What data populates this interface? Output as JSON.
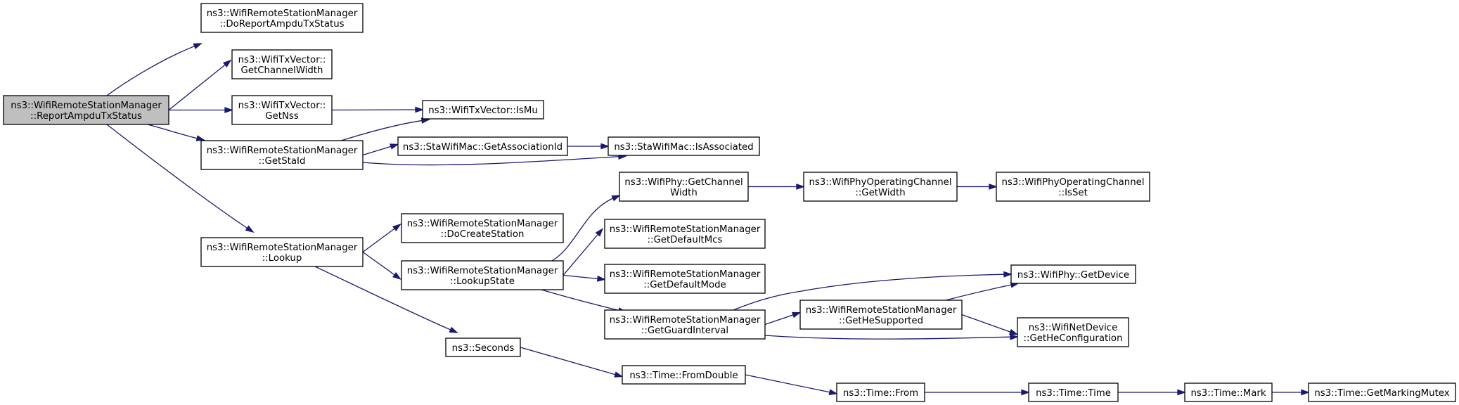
{
  "colors": {
    "edge": "#191970",
    "root_fill": "#bfbfbf",
    "node_fill": "#ffffff",
    "node_stroke": "#000000"
  },
  "nodes": {
    "report": {
      "lines": [
        "ns3::WifiRemoteStationManager",
        "::ReportAmpduTxStatus"
      ]
    },
    "doReport": {
      "lines": [
        "ns3::WifiRemoteStationManager",
        "::DoReportAmpduTxStatus"
      ]
    },
    "getChanWidth": {
      "lines": [
        "ns3::WifiTxVector::",
        "GetChannelWidth"
      ]
    },
    "getNss": {
      "lines": [
        "ns3::WifiTxVector::",
        "GetNss"
      ]
    },
    "isMu": {
      "lines": [
        "ns3::WifiTxVector::IsMu"
      ]
    },
    "getStaId": {
      "lines": [
        "ns3::WifiRemoteStationManager",
        "::GetStaId"
      ]
    },
    "getAssocId": {
      "lines": [
        "ns3::StaWifiMac::GetAssociationId"
      ]
    },
    "isAssoc": {
      "lines": [
        "ns3::StaWifiMac::IsAssociated"
      ]
    },
    "lookup": {
      "lines": [
        "ns3::WifiRemoteStationManager",
        "::Lookup"
      ]
    },
    "doCreate": {
      "lines": [
        "ns3::WifiRemoteStationManager",
        "::DoCreateStation"
      ]
    },
    "lookupState": {
      "lines": [
        "ns3::WifiRemoteStationManager",
        "::LookupState"
      ]
    },
    "phyChanWidth": {
      "lines": [
        "ns3::WifiPhy::GetChannel",
        "Width"
      ]
    },
    "opGetWidth": {
      "lines": [
        "ns3::WifiPhyOperatingChannel",
        "::GetWidth"
      ]
    },
    "opIsSet": {
      "lines": [
        "ns3::WifiPhyOperatingChannel",
        "::IsSet"
      ]
    },
    "defMcs": {
      "lines": [
        "ns3::WifiRemoteStationManager",
        "::GetDefaultMcs"
      ]
    },
    "defMode": {
      "lines": [
        "ns3::WifiRemoteStationManager",
        "::GetDefaultMode"
      ]
    },
    "guard": {
      "lines": [
        "ns3::WifiRemoteStationManager",
        "::GetGuardInterval"
      ]
    },
    "phyDevice": {
      "lines": [
        "ns3::WifiPhy::GetDevice"
      ]
    },
    "heSupported": {
      "lines": [
        "ns3::WifiRemoteStationManager",
        "::GetHeSupported"
      ]
    },
    "heConfig": {
      "lines": [
        "ns3::WifiNetDevice",
        "::GetHeConfiguration"
      ]
    },
    "seconds": {
      "lines": [
        "ns3::Seconds"
      ]
    },
    "fromDouble": {
      "lines": [
        "ns3::Time::FromDouble"
      ]
    },
    "from": {
      "lines": [
        "ns3::Time::From"
      ]
    },
    "time": {
      "lines": [
        "ns3::Time::Time"
      ]
    },
    "mark": {
      "lines": [
        "ns3::Time::Mark"
      ]
    },
    "mutex": {
      "lines": [
        "ns3::Time::GetMarkingMutex"
      ]
    }
  },
  "edges": [
    [
      "report",
      "doReport"
    ],
    [
      "report",
      "getChanWidth"
    ],
    [
      "report",
      "getNss"
    ],
    [
      "report",
      "getStaId"
    ],
    [
      "report",
      "lookup"
    ],
    [
      "getNss",
      "isMu"
    ],
    [
      "getStaId",
      "isMu"
    ],
    [
      "getStaId",
      "getAssocId"
    ],
    [
      "getStaId",
      "isAssoc"
    ],
    [
      "getAssocId",
      "isAssoc"
    ],
    [
      "lookup",
      "doCreate"
    ],
    [
      "lookup",
      "lookupState"
    ],
    [
      "lookup",
      "seconds"
    ],
    [
      "lookupState",
      "phyChanWidth"
    ],
    [
      "lookupState",
      "defMcs"
    ],
    [
      "lookupState",
      "defMode"
    ],
    [
      "lookupState",
      "guard"
    ],
    [
      "phyChanWidth",
      "opGetWidth"
    ],
    [
      "opGetWidth",
      "opIsSet"
    ],
    [
      "guard",
      "phyDevice"
    ],
    [
      "guard",
      "heSupported"
    ],
    [
      "guard",
      "heConfig"
    ],
    [
      "heSupported",
      "phyDevice"
    ],
    [
      "heSupported",
      "heConfig"
    ],
    [
      "seconds",
      "fromDouble"
    ],
    [
      "fromDouble",
      "from"
    ],
    [
      "from",
      "time"
    ],
    [
      "time",
      "mark"
    ],
    [
      "mark",
      "mutex"
    ]
  ]
}
